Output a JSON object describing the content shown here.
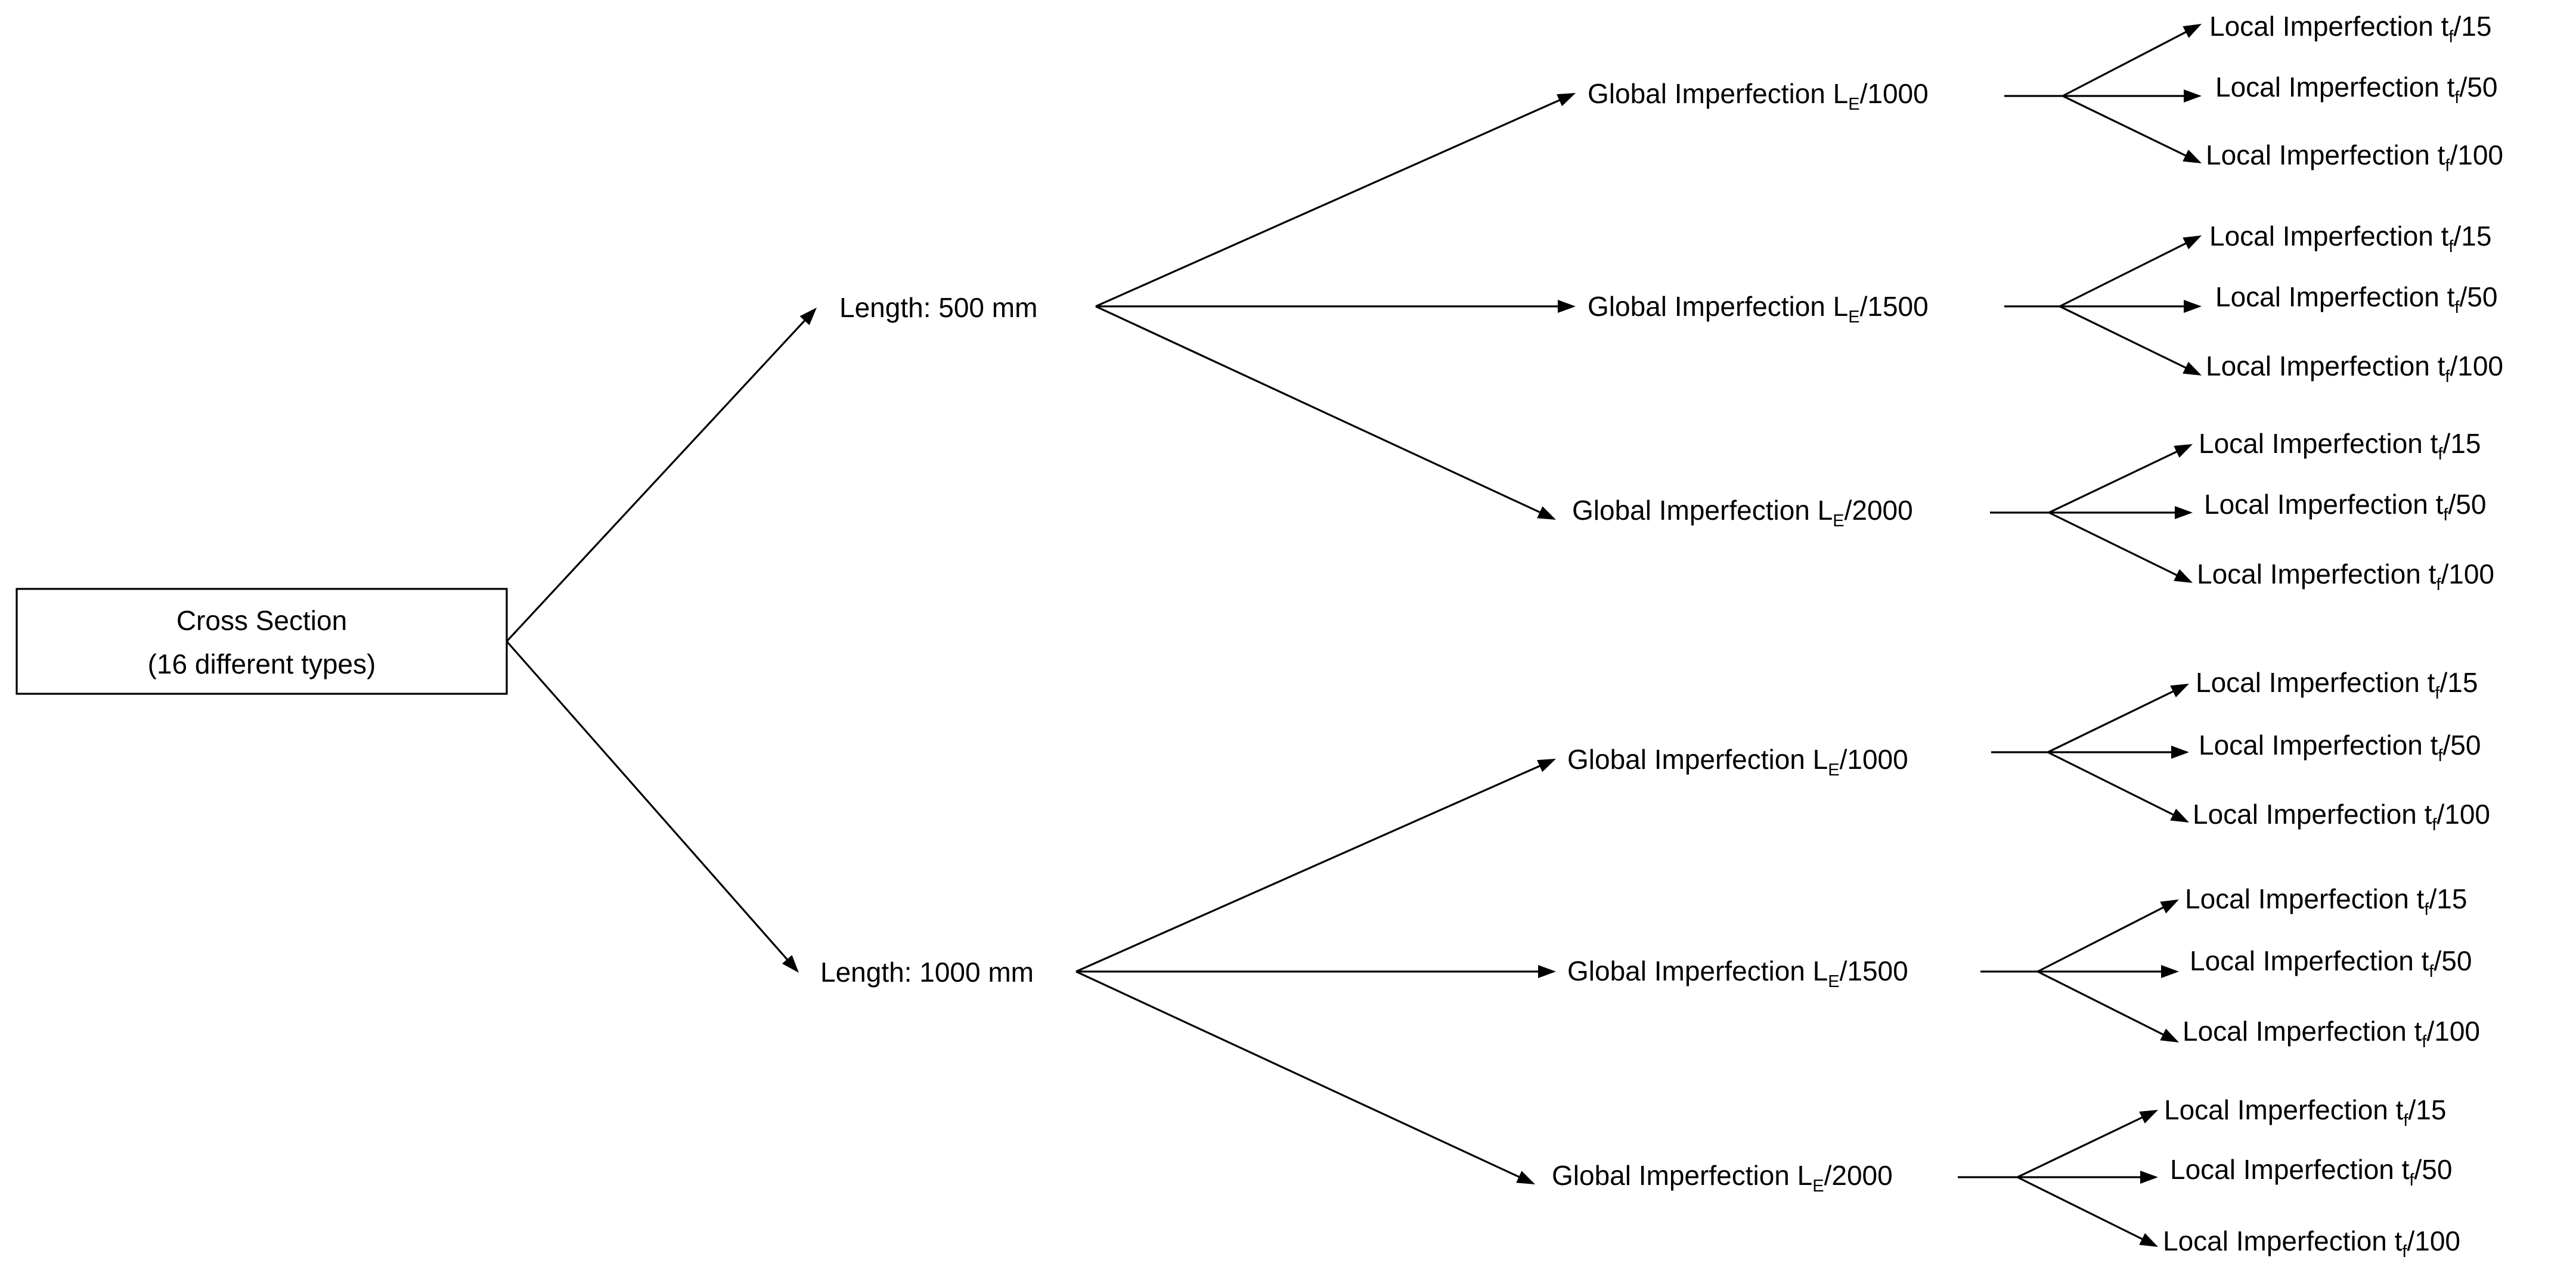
{
  "diagram": {
    "root": {
      "line1": "Cross Section",
      "line2": "(16 different types)"
    },
    "lengths": [
      {
        "label": "Length: 500 mm",
        "globals": [
          {
            "prefix": "Global Imperfection L",
            "sub": "E",
            "suffix": "/1000",
            "locals": [
              {
                "prefix": "Local Imperfection t",
                "sub": "f",
                "suffix": "/15"
              },
              {
                "prefix": "Local Imperfection t",
                "sub": "f",
                "suffix": "/50"
              },
              {
                "prefix": "Local Imperfection t",
                "sub": "f",
                "suffix": "/100"
              }
            ]
          },
          {
            "prefix": "Global Imperfection L",
            "sub": "E",
            "suffix": "/1500",
            "locals": [
              {
                "prefix": "Local Imperfection t",
                "sub": "f",
                "suffix": "/15"
              },
              {
                "prefix": "Local Imperfection t",
                "sub": "f",
                "suffix": "/50"
              },
              {
                "prefix": "Local Imperfection t",
                "sub": "f",
                "suffix": "/100"
              }
            ]
          },
          {
            "prefix": "Global Imperfection L",
            "sub": "E",
            "suffix": "/2000",
            "locals": [
              {
                "prefix": "Local Imperfection t",
                "sub": "f",
                "suffix": "/15"
              },
              {
                "prefix": "Local Imperfection t",
                "sub": "f",
                "suffix": "/50"
              },
              {
                "prefix": "Local Imperfection t",
                "sub": "f",
                "suffix": "/100"
              }
            ]
          }
        ]
      },
      {
        "label": "Length: 1000 mm",
        "globals": [
          {
            "prefix": "Global Imperfection L",
            "sub": "E",
            "suffix": "/1000",
            "locals": [
              {
                "prefix": "Local Imperfection t",
                "sub": "f",
                "suffix": "/15"
              },
              {
                "prefix": "Local Imperfection t",
                "sub": "f",
                "suffix": "/50"
              },
              {
                "prefix": "Local Imperfection t",
                "sub": "f",
                "suffix": "/100"
              }
            ]
          },
          {
            "prefix": "Global Imperfection L",
            "sub": "E",
            "suffix": "/1500",
            "locals": [
              {
                "prefix": "Local Imperfection t",
                "sub": "f",
                "suffix": "/15"
              },
              {
                "prefix": "Local Imperfection t",
                "sub": "f",
                "suffix": "/50"
              },
              {
                "prefix": "Local Imperfection t",
                "sub": "f",
                "suffix": "/100"
              }
            ]
          },
          {
            "prefix": "Global Imperfection L",
            "sub": "E",
            "suffix": "/2000",
            "locals": [
              {
                "prefix": "Local Imperfection t",
                "sub": "f",
                "suffix": "/15"
              },
              {
                "prefix": "Local Imperfection t",
                "sub": "f",
                "suffix": "/50"
              },
              {
                "prefix": "Local Imperfection t",
                "sub": "f",
                "suffix": "/100"
              }
            ]
          }
        ]
      }
    ]
  }
}
